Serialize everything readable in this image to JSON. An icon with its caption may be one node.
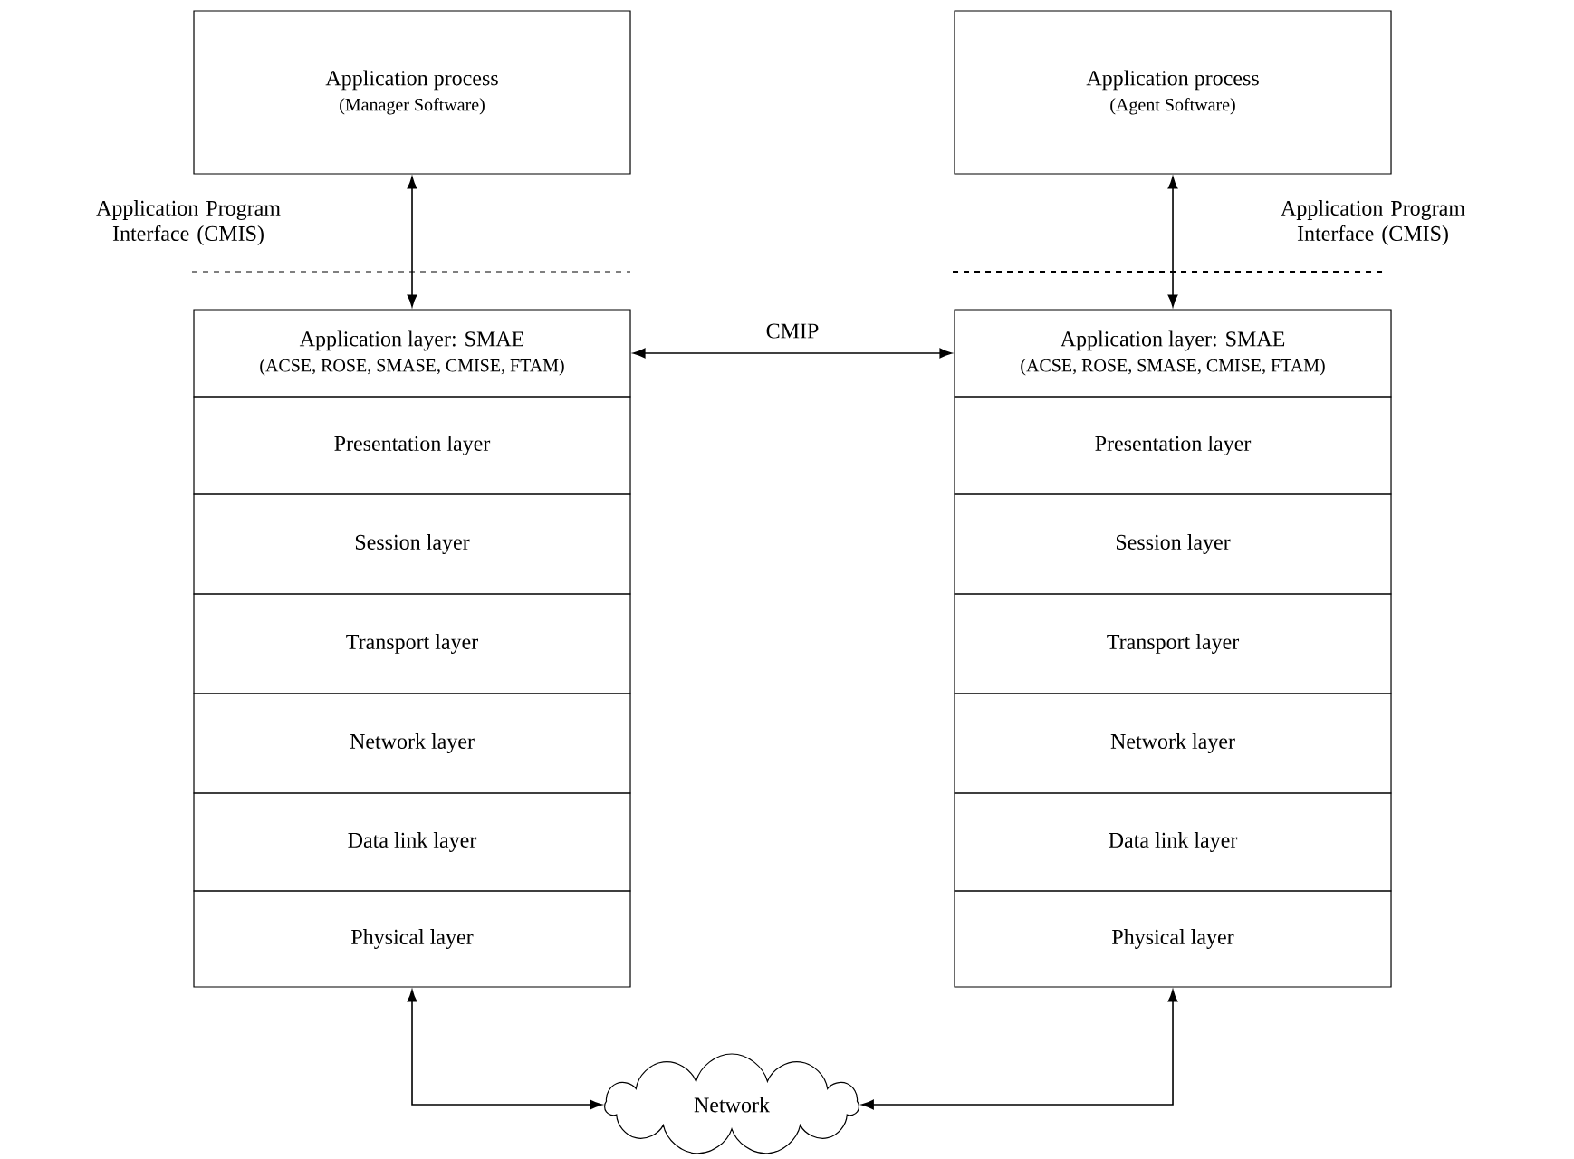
{
  "diagram": {
    "nodes": [
      {
        "text": [
          "Application process",
          "(Manager Software)"
        ]
      },
      {
        "text": [
          "Application process",
          "(Agent Software)"
        ]
      },
      {
        "text": [
          "Application layer: SMAE",
          "(ACSE, ROSE, SMASE, CMISE, FTAM)"
        ]
      },
      {
        "text": [
          "Presentation layer"
        ]
      },
      {
        "text": [
          "Session layer"
        ]
      },
      {
        "text": [
          "Transport layer"
        ]
      },
      {
        "text": [
          "Network layer"
        ]
      },
      {
        "text": [
          "Data link layer"
        ]
      },
      {
        "text": [
          "Physical layer"
        ]
      },
      {
        "text": [
          "Application layer: SMAE",
          "(ACSE, ROSE, SMASE, CMISE, FTAM)"
        ]
      },
      {
        "text": [
          "Presentation layer"
        ]
      },
      {
        "text": [
          "Session layer"
        ]
      },
      {
        "text": [
          "Transport layer"
        ]
      },
      {
        "text": [
          "Network layer"
        ]
      },
      {
        "text": [
          "Data link layer"
        ]
      },
      {
        "text": [
          "Physical layer"
        ]
      },
      {
        "text": [
          "Network"
        ]
      }
    ],
    "edges": [
      {
        "from": 0,
        "to": 2,
        "arrow": "both"
      },
      {
        "from": 1,
        "to": 9,
        "arrow": "both"
      },
      {
        "from": 2,
        "to": 9,
        "arrow": "both",
        "label": "CMIP"
      },
      {
        "from": 8,
        "to": 16,
        "arrow": "both"
      },
      {
        "from": 15,
        "to": 16,
        "arrow": "both"
      }
    ],
    "labels": [
      "Application Program Interface (CMIS)",
      "Application Program Interface (CMIS)"
    ]
  }
}
